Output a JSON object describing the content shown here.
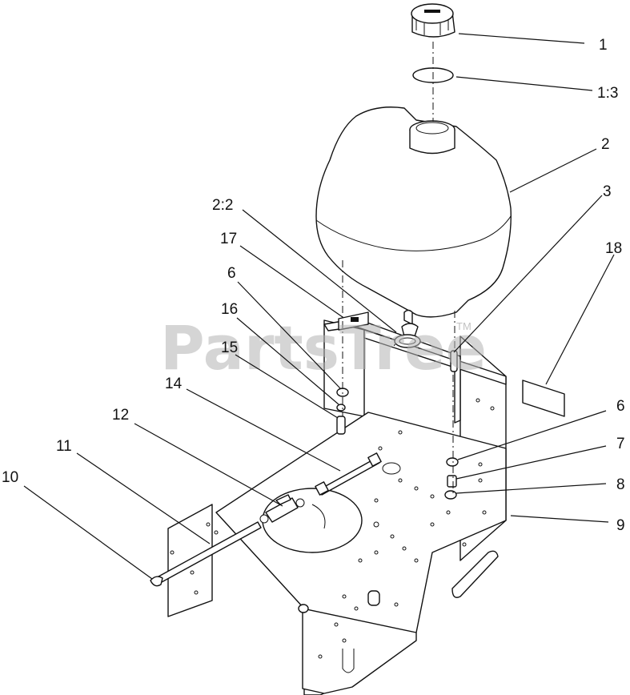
{
  "watermark": {
    "text": "PartsTree",
    "tm": "TM"
  },
  "callouts": [
    {
      "id": "c1",
      "label": "1"
    },
    {
      "id": "c1-3",
      "label": "1:3"
    },
    {
      "id": "c2",
      "label": "2"
    },
    {
      "id": "c3",
      "label": "3"
    },
    {
      "id": "c2-2",
      "label": "2:2"
    },
    {
      "id": "c17",
      "label": "17"
    },
    {
      "id": "c18",
      "label": "18"
    },
    {
      "id": "c6a",
      "label": "6"
    },
    {
      "id": "c16",
      "label": "16"
    },
    {
      "id": "c15",
      "label": "15"
    },
    {
      "id": "c14",
      "label": "14"
    },
    {
      "id": "c12",
      "label": "12"
    },
    {
      "id": "c11",
      "label": "11"
    },
    {
      "id": "c10",
      "label": "10"
    },
    {
      "id": "c6b",
      "label": "6"
    },
    {
      "id": "c7",
      "label": "7"
    },
    {
      "id": "c8",
      "label": "8"
    },
    {
      "id": "c9",
      "label": "9"
    }
  ]
}
